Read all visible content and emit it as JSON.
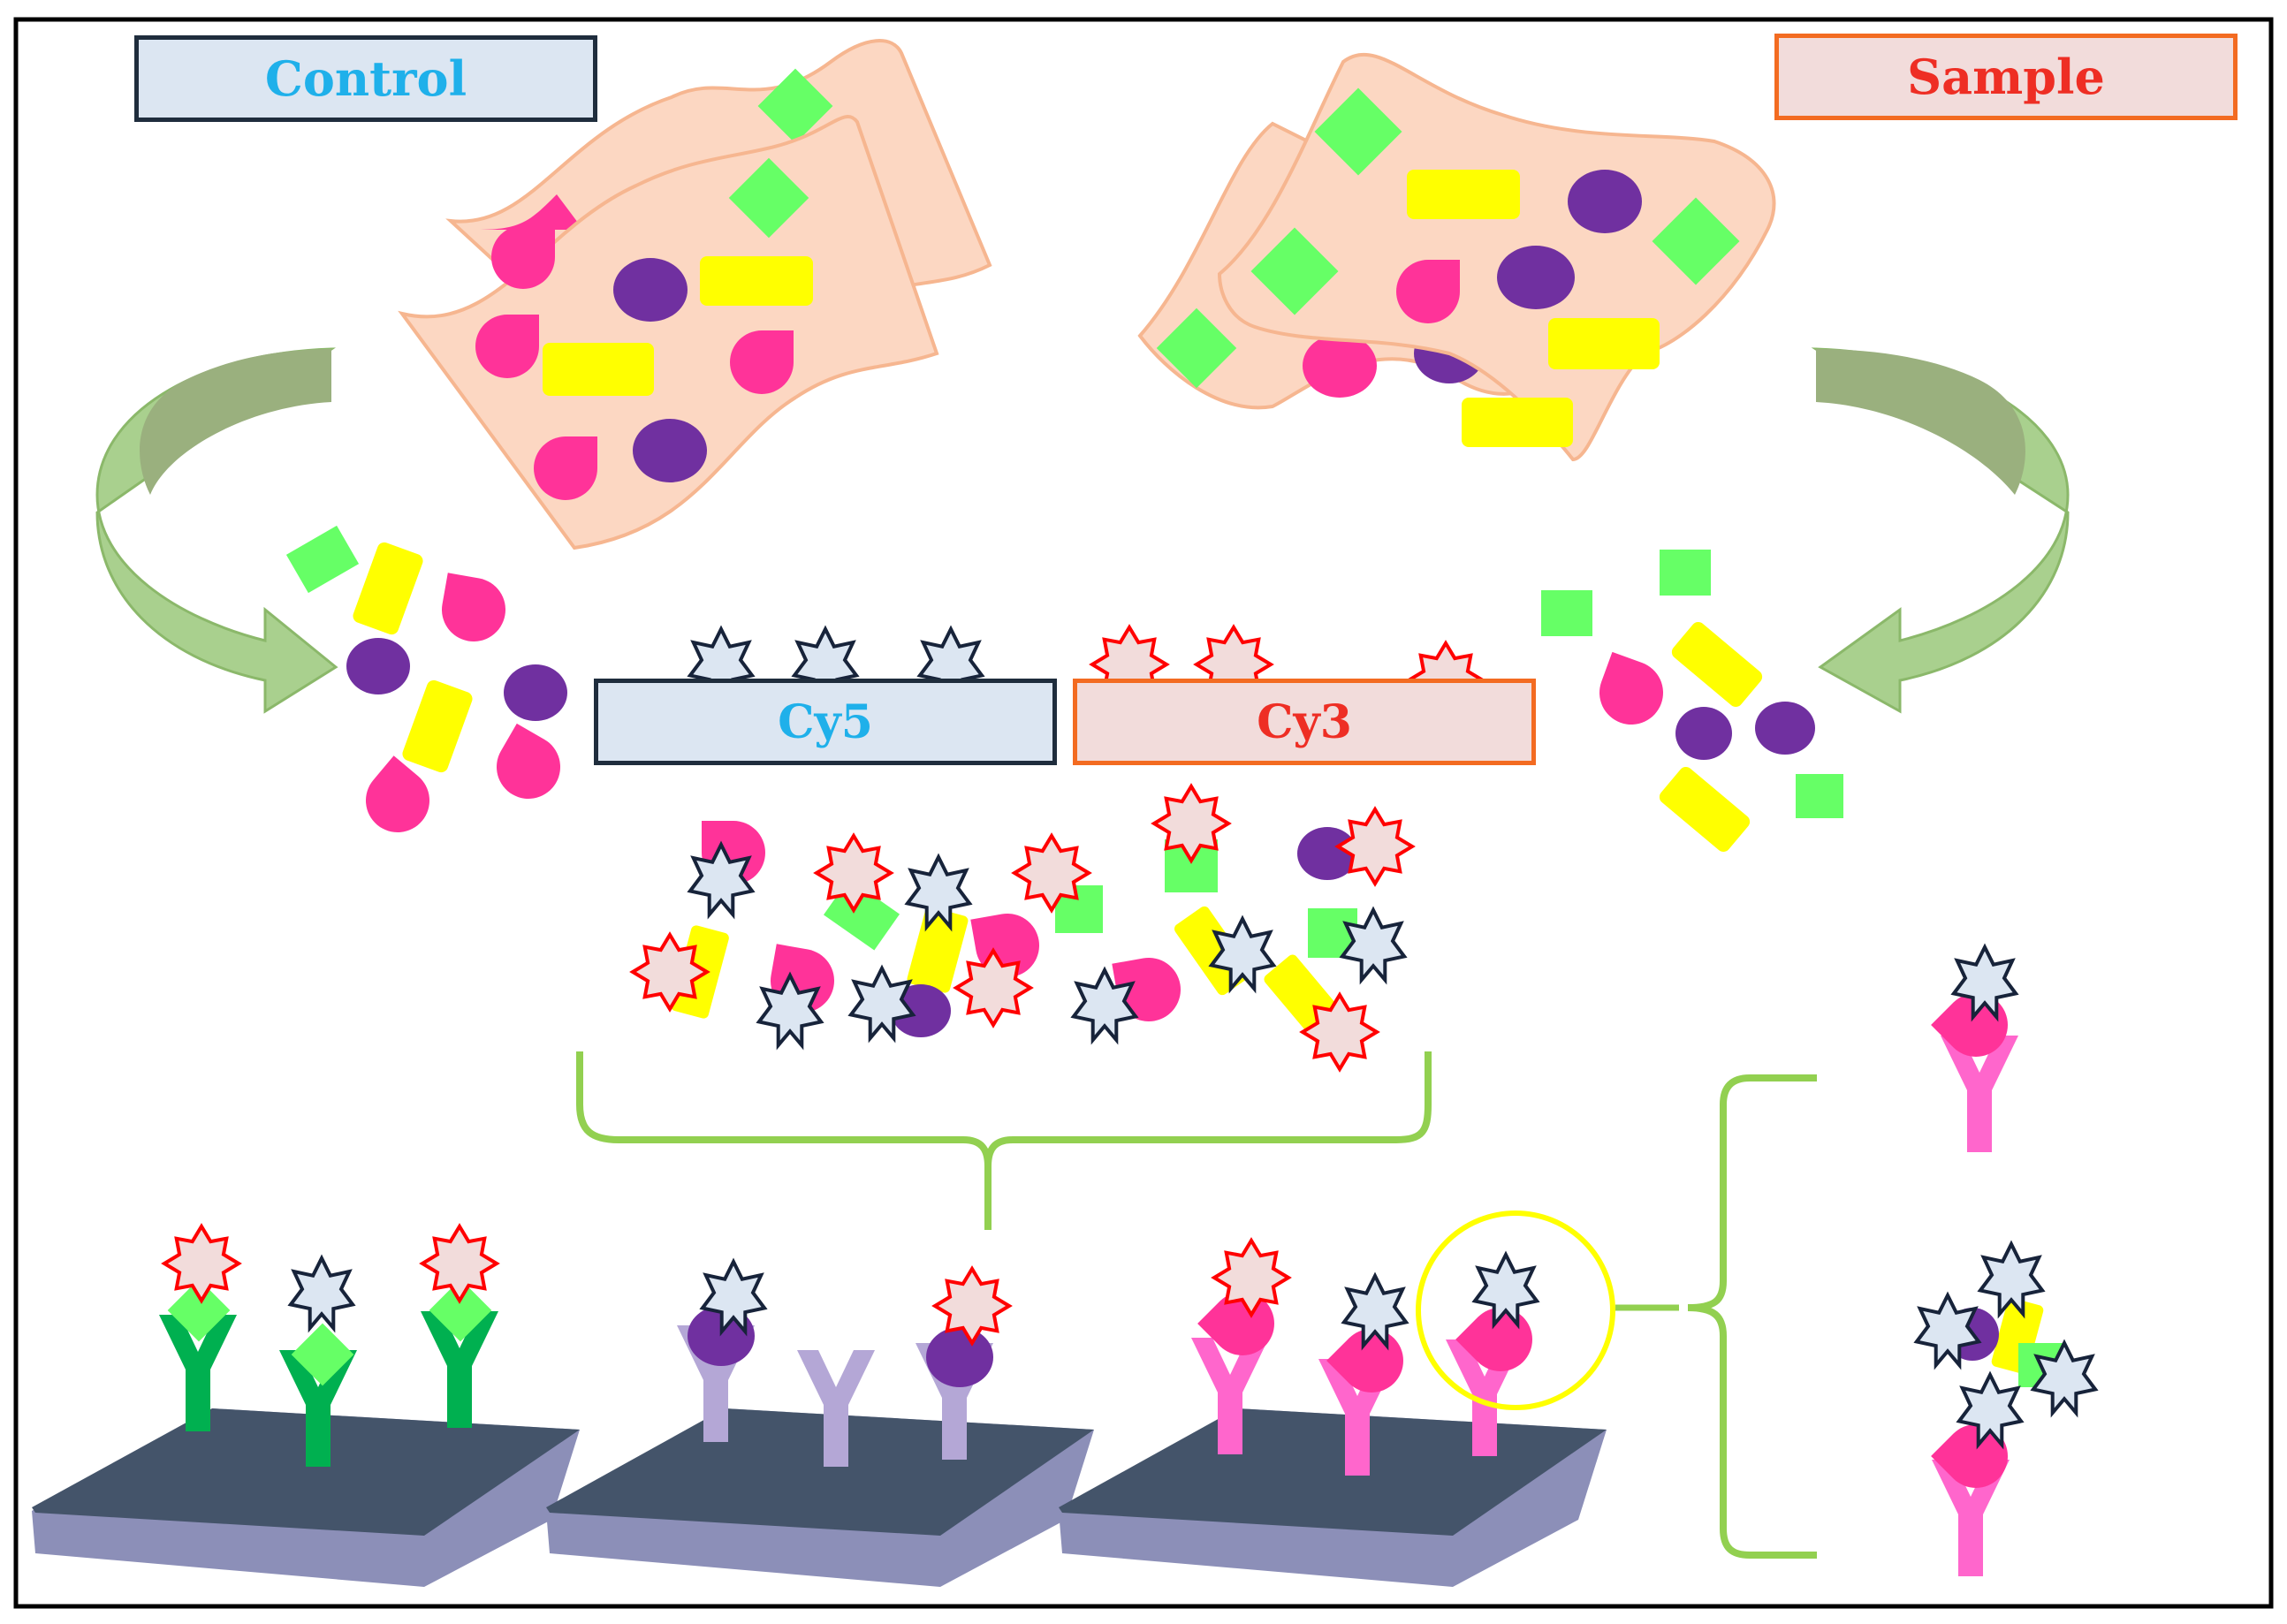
{
  "labels": {
    "control": "Control",
    "sample": "Sample",
    "cy5": "Cy5",
    "cy3": "Cy3"
  },
  "colors": {
    "tissue_fill": "#fcd7c2",
    "tissue_stroke": "#f6b690",
    "protein_green": "#66ff66",
    "protein_yellow": "#ffff00",
    "protein_purple": "#7030a0",
    "protein_pink": "#ff3399",
    "cy5_star_fill": "#dce6f2",
    "cy5_star_stroke": "#17233a",
    "cy3_star_fill": "#f2dcdb",
    "cy3_star_stroke": "#ff0000",
    "arrow_green": "#a9d08e",
    "brace_green": "#92d050",
    "antibody_green": "#00b050",
    "antibody_lilac": "#b4a7d6",
    "antibody_pink": "#ff66cc",
    "slide_top": "#44546a",
    "slide_side": "#8c8fb8",
    "highlight_circle": "#ffff00"
  },
  "icons": [
    "tissue-sample-icon",
    "protein-shape-icon",
    "cy5-dye-star-icon",
    "cy3-dye-star-icon",
    "curved-arrow-icon",
    "antibody-icon",
    "microarray-slide-icon",
    "brace-icon",
    "highlight-circle-icon"
  ]
}
